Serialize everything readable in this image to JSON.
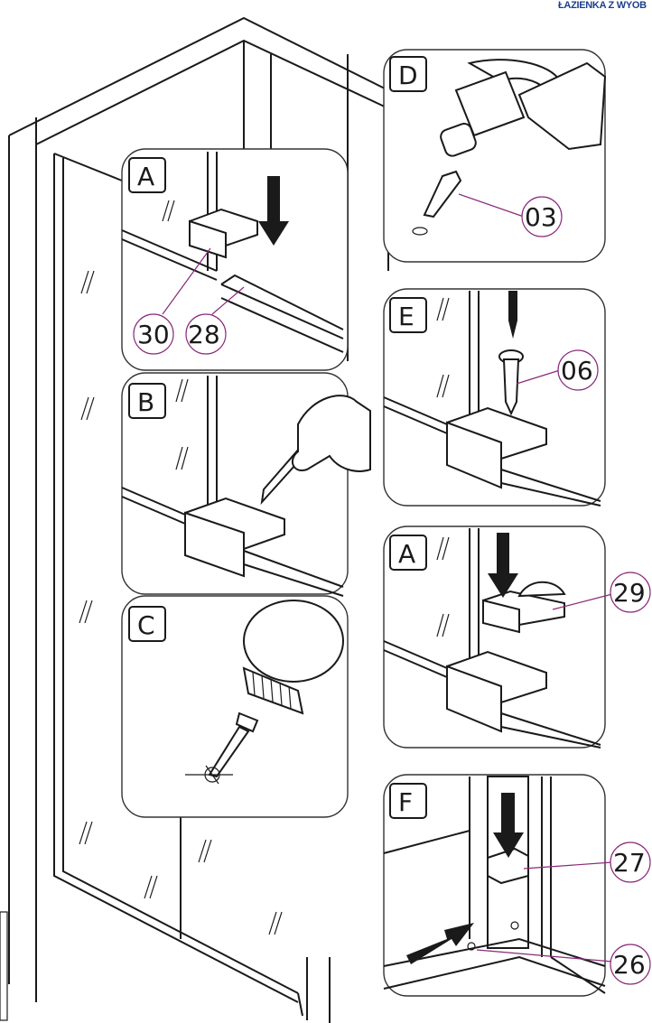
{
  "brand": {
    "name": "ŁAZIENKA Z WYOB"
  },
  "colors": {
    "brand_blue": "#1b3f8f",
    "leader_purple": "#8a2a7a",
    "line": "#1a1a1a"
  },
  "steps": [
    {
      "id": "A-top",
      "letter": "A",
      "parts": [
        "30",
        "28"
      ]
    },
    {
      "id": "B",
      "letter": "B",
      "parts": []
    },
    {
      "id": "C",
      "letter": "C",
      "parts": []
    },
    {
      "id": "D",
      "letter": "D",
      "parts": [
        "03"
      ]
    },
    {
      "id": "E",
      "letter": "E",
      "parts": [
        "06"
      ]
    },
    {
      "id": "A-right",
      "letter": "A",
      "parts": [
        "29"
      ]
    },
    {
      "id": "F",
      "letter": "F",
      "parts": [
        "27",
        "26"
      ]
    }
  ],
  "icons": [
    "hammer-icon",
    "wall-plug-icon",
    "screwdriver-icon",
    "screw-icon",
    "pencil-icon",
    "hand-icon",
    "drill-icon",
    "arrow-down-icon",
    "arrow-diagonal-icon"
  ]
}
